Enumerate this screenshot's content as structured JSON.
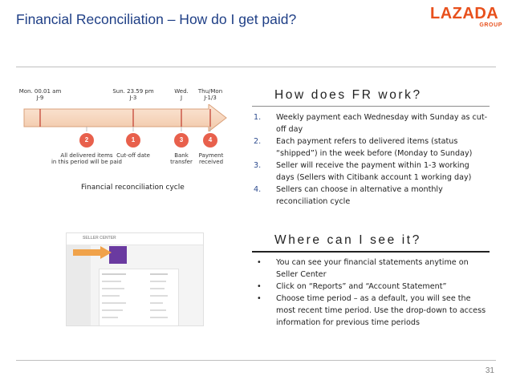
{
  "title": "Financial Reconciliation – How do I get paid?",
  "logo": {
    "name": "LAZADA",
    "sub": "GROUP",
    "color": "#e8501c"
  },
  "timeline": {
    "markers": [
      {
        "label": "Mon. 00.01 am",
        "sub": "J-9"
      },
      {
        "label": "Sun. 23.59 pm",
        "sub": "J-3"
      },
      {
        "label": "Wed.",
        "sub": "J"
      },
      {
        "label": "Thu/Mon",
        "sub": "J-1/3"
      }
    ],
    "steps": [
      {
        "num": "2",
        "text": "All delivered items",
        "text2": "in this period will be paid"
      },
      {
        "num": "1",
        "text": "Cut-off date",
        "text2": ""
      },
      {
        "num": "3",
        "text": "Bank",
        "text2": "transfer"
      },
      {
        "num": "4",
        "text": "Payment",
        "text2": "received"
      }
    ],
    "caption": "Financial reconciliation cycle",
    "step_color": "#e8604c"
  },
  "section1": {
    "heading": "How does FR work?",
    "items": [
      {
        "num": "1.",
        "text": "Weekly payment each Wednesday with Sunday as cut-off day"
      },
      {
        "num": "2.",
        "text": "Each payment refers to delivered items (status “shipped”) in the week before (Monday to Sunday)"
      },
      {
        "num": "3.",
        "text": "Seller will receive the payment within 1-3 working days (Sellers with Citibank account 1 working day)"
      },
      {
        "num": "4.",
        "text": "Sellers can choose in alternative a monthly reconciliation cycle"
      }
    ]
  },
  "section2": {
    "heading": "Where can I see it?",
    "bullet": "•",
    "items": [
      {
        "text": "You can see your financial statements anytime on Seller Center"
      },
      {
        "text": "Click on “Reports” and “Account Statement”"
      },
      {
        "text": "Choose time period – as a default, you will see the most recent time period. Use the drop-down to access information for previous time periods"
      }
    ]
  },
  "screenshot": {
    "brand": "SELLER CENTER",
    "highlight_color": "#6a3aa0",
    "arrow_color": "#f0a24a"
  },
  "page_number": "31"
}
